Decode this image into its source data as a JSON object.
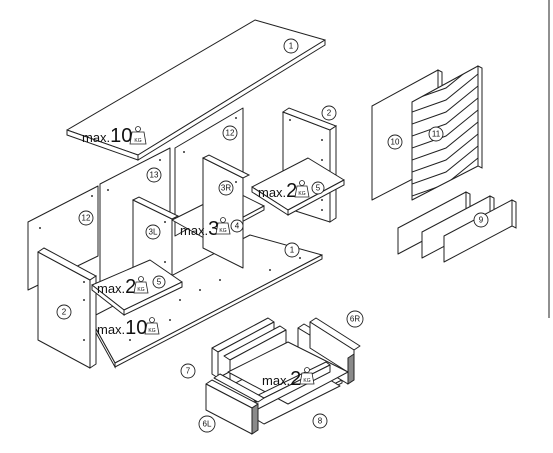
{
  "labels": {
    "l1_top": "1",
    "l1_bottom": "1",
    "l2_right": "2",
    "l2_left": "2",
    "l3L": "3L",
    "l3R": "3R",
    "l4": "4",
    "l5_right": "5",
    "l5_left": "5",
    "l6L": "6L",
    "l6R": "6R",
    "l7": "7",
    "l8": "8",
    "l9": "9",
    "l10": "10",
    "l11": "11",
    "l12_left": "12",
    "l12_mid": "12",
    "l13": "13"
  },
  "loads": {
    "top": {
      "prefix": "max.",
      "value": "10",
      "unit": "KG"
    },
    "shelf_right": {
      "prefix": "max.",
      "value": "2",
      "unit": "KG"
    },
    "shelf_middle": {
      "prefix": "max.",
      "value": "3",
      "unit": "KG"
    },
    "shelf_left": {
      "prefix": "max.",
      "value": "2",
      "unit": "KG"
    },
    "bottom": {
      "prefix": "max.",
      "value": "10",
      "unit": "KG"
    },
    "drawer": {
      "prefix": "max.",
      "value": "2",
      "unit": "KG"
    }
  },
  "icons": [
    "weight-icon"
  ]
}
